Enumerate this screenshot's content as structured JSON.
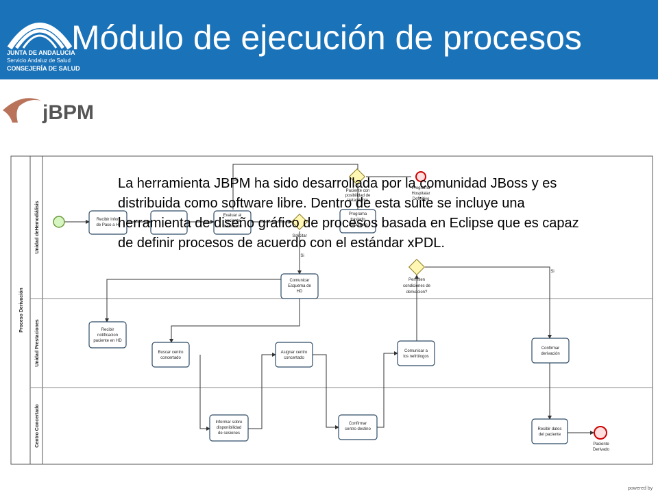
{
  "slide": {
    "title": "Módulo de ejecución de procesos",
    "description": "La herramienta JBPM ha sido desarrollada por la comunidad JBoss y es distribuida como software libre. Dentro de esta suite se incluye una herramienta de diseño gráfico de procesos basada en Eclipse que es capaz de definir procesos de acuerdo con el estándar xPDL.",
    "powered_by": "powered by"
  },
  "logo": {
    "line1": "JUNTA DE ANDALUCIA",
    "line2": "Servicio Andaluz de Salud",
    "line3": "CONSEJERÍA DE SALUD"
  },
  "jbpm_logo": {
    "text": "jBPM"
  },
  "colors": {
    "header": "#1a72b8",
    "task_stroke": "#2c4a66",
    "gateway_fill": "#fff7b3",
    "start_fill": "#d6f5c0",
    "end_stroke": "#cc0000"
  },
  "diagram": {
    "pool": "Proceso Derivación",
    "lanes": [
      "Unidad deHemodiálisis",
      "Unidad Prestaciones",
      "Centro Concertado"
    ],
    "tasks": [
      [
        "Recibir Infor",
        "de Paso a H"
      ],
      [
        "Evaluar al",
        "paciente",
        "derivación"
      ],
      [
        "Programa",
        "traslado",
        "Transitorio"
      ],
      [
        "Comunicar",
        "Esquema de",
        "HD"
      ],
      [
        "Recibir",
        "notificacion",
        "paciente en HD"
      ],
      [
        "Buscar centro",
        "concertado"
      ],
      [
        "Asignar centro",
        "concertado"
      ],
      [
        "Comunicar a",
        "los nefrólogos"
      ],
      [
        "Confirmar",
        "derivación"
      ],
      [
        "Informar sobre",
        "disponibilidad",
        "de sesiones"
      ],
      [
        "Confirmar",
        "centro destino"
      ],
      [
        "Recibir datos",
        "del paciente"
      ]
    ],
    "gateways": [
      [
        "Paciente con",
        "posibilidad de",
        "tratamiento"
      ],
      [
        "Solicitar"
      ],
      [
        "Permiten",
        "condiciones de",
        "derivacion?"
      ]
    ],
    "events": [
      "Programa",
      "Hospitalar",
      "Definitivo"
    ],
    "end_label": [
      "Paciente",
      "Derivado"
    ],
    "flow_labels": [
      "Si",
      "Si",
      "Si"
    ]
  }
}
